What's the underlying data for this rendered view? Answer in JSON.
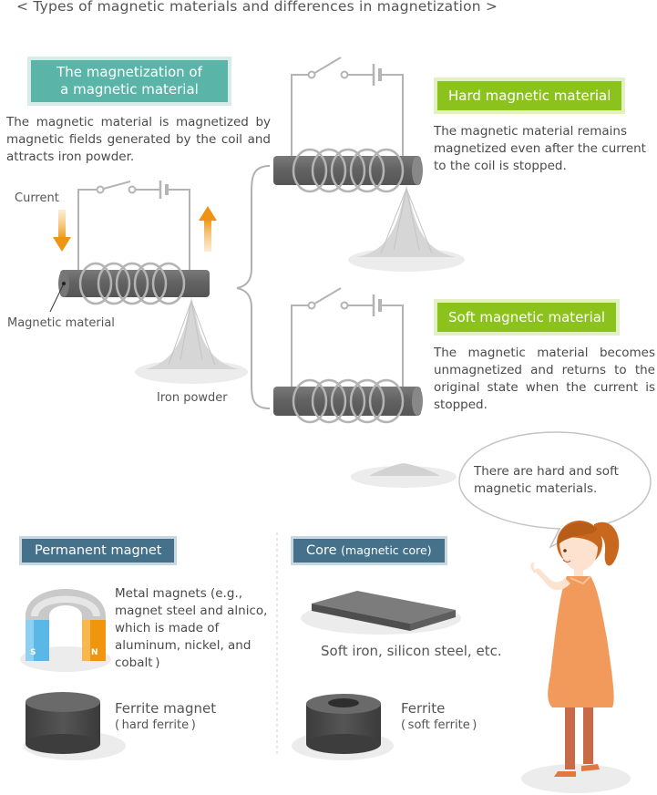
{
  "title": "< Types of magnetic materials and differences in magnetization >",
  "magnetization": {
    "label_line1": "The magnetization of",
    "label_line2": "a magnetic material",
    "description": "The magnetic material is magnetized by magnetic fields generated by the coil and attracts iron powder.",
    "current_label": "Current",
    "material_label": "Magnetic material",
    "powder_label": "Iron powder"
  },
  "hard": {
    "label": "Hard magnetic material",
    "description": "The magnetic material remains magnetized even after the current to the coil is stopped."
  },
  "soft": {
    "label": "Soft magnetic material",
    "description": "The magnetic material becomes unmagnetized and returns to the original state when the current is stopped."
  },
  "speech": {
    "text": "There are hard and soft magnetic materials."
  },
  "permanent": {
    "label": "Permanent magnet",
    "metal_desc": "Metal magnets (e.g., magnet steel and alnico, which is made of aluminum, nickel, and cobalt )",
    "pole_s": "S",
    "pole_n": "N",
    "ferrite_name": "Ferrite magnet",
    "ferrite_sub": "( hard ferrite )"
  },
  "core": {
    "label_main": "Core",
    "label_sub": "(magnetic core)",
    "plate_desc": "Soft iron, silicon steel, etc.",
    "ferrite_name": "Ferrite",
    "ferrite_sub": "( soft ferrite )"
  },
  "colors": {
    "teal": "#5ab5a8",
    "green": "#8cc21c",
    "blue": "#45718a",
    "arrow": "#f0a020",
    "bar": "#666666",
    "dress": "#f29a5c",
    "hair": "#c8681e"
  }
}
